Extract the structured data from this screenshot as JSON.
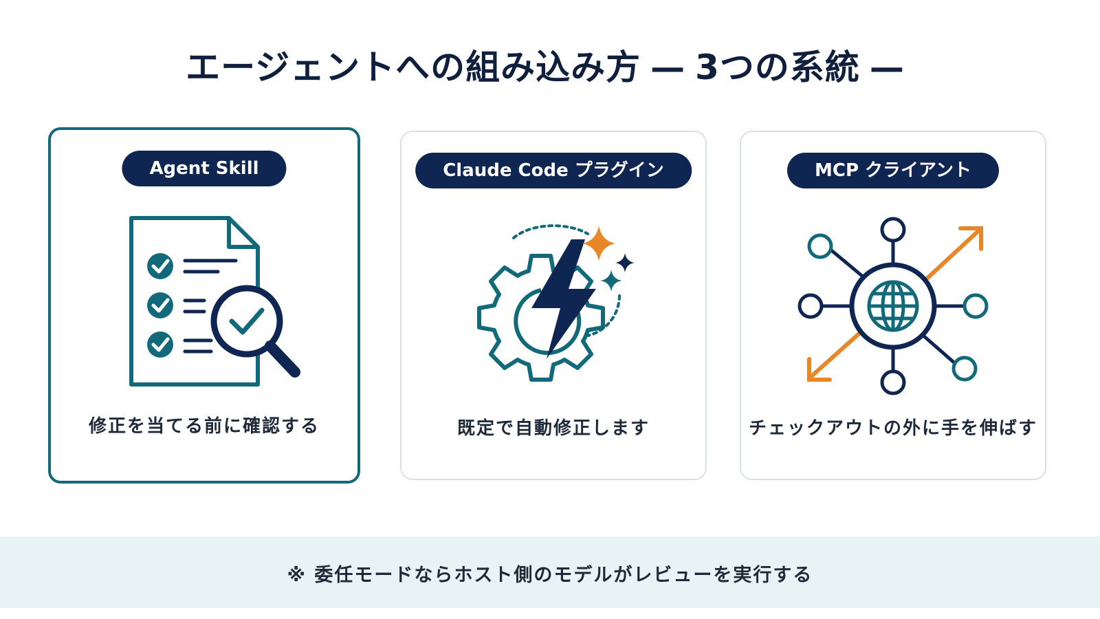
{
  "page": {
    "title_main": "エージェントへの組み込み方",
    "title_dash_left": "—",
    "title_sub": "3つの系統",
    "title_dash_right": "—"
  },
  "cards": [
    {
      "label": "Agent Skill",
      "description": "修正を当てる前に確認する",
      "icon": "checklist-magnifier-icon",
      "selected": true
    },
    {
      "label": "Claude Code プラグイン",
      "description": "既定で自動修正します",
      "icon": "gear-lightning-icon",
      "selected": false
    },
    {
      "label": "MCP クライアント",
      "description": "チェックアウトの外に手を伸ばす",
      "icon": "network-globe-icon",
      "selected": false
    }
  ],
  "note": {
    "text": "※ 委任モードならホスト側のモデルがレビューを実行する"
  },
  "colors": {
    "navy": "#0f2552",
    "teal": "#12697a",
    "orange": "#e8862a",
    "border": "#dcdfe4",
    "note_bg": "#e9f3f5"
  }
}
